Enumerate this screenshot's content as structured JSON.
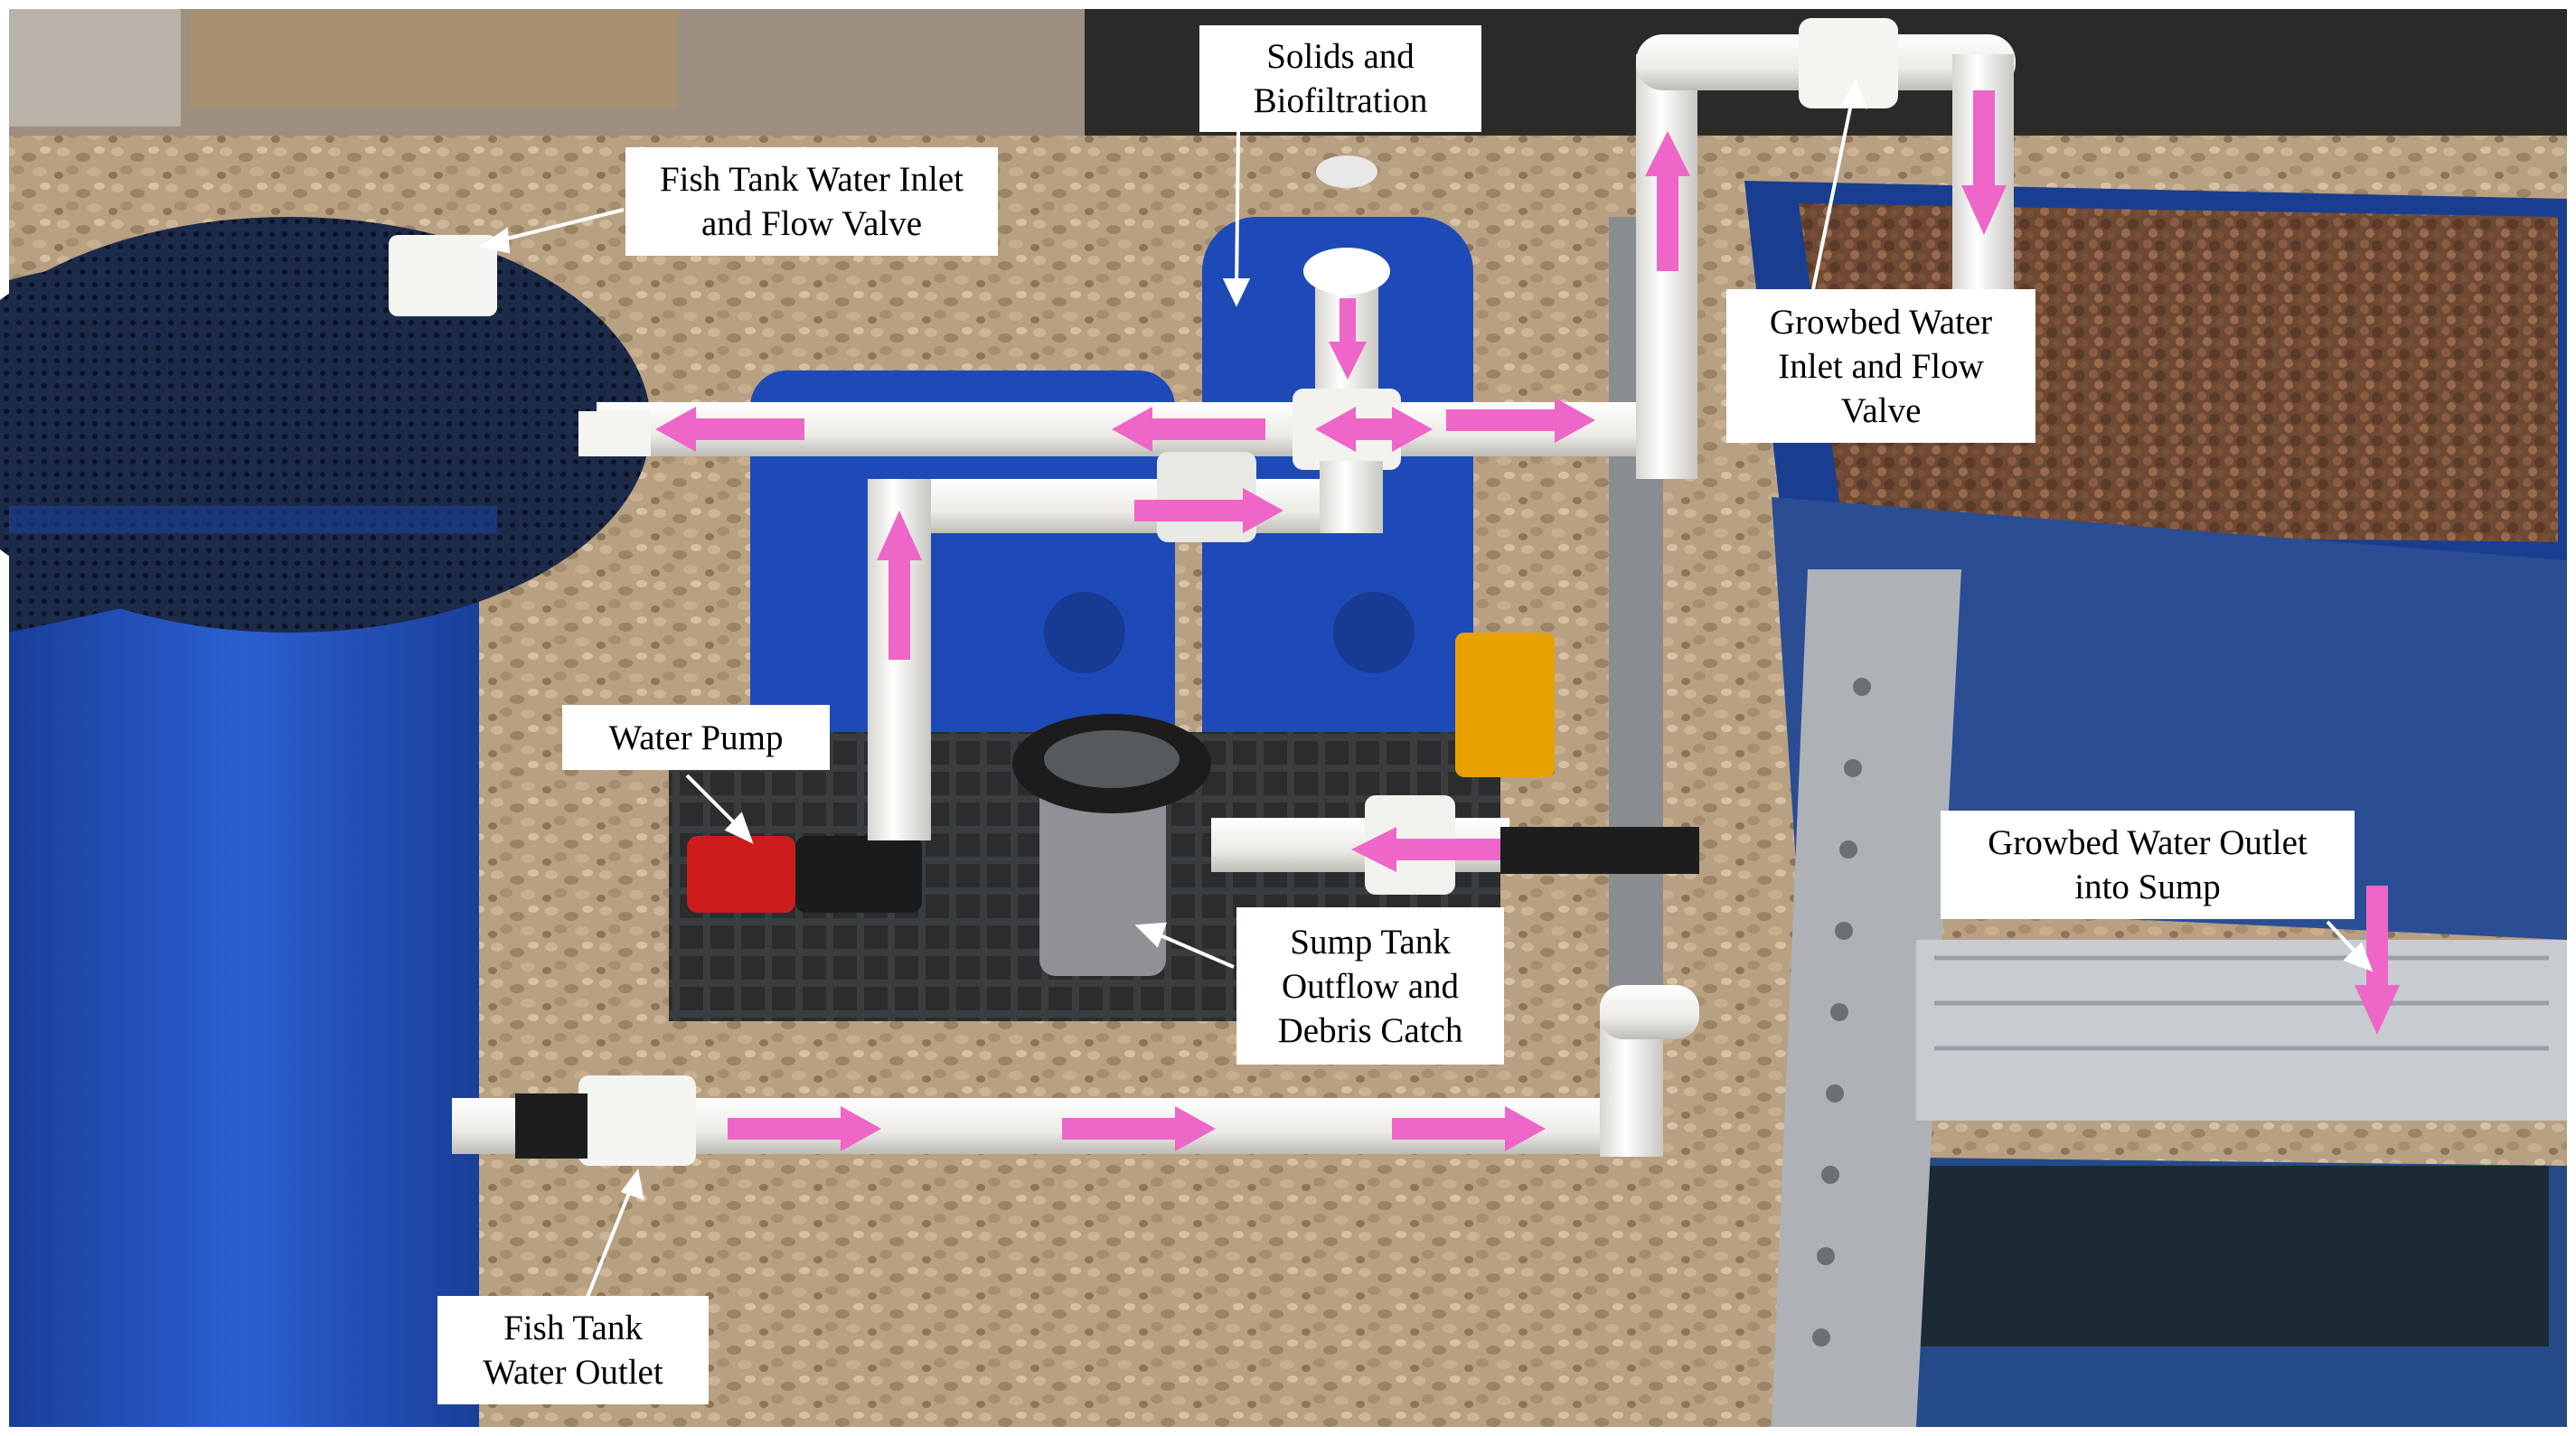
{
  "image": {
    "description_free": true
  },
  "labels": {
    "fish_tank_inlet": [
      "Fish Tank Water Inlet",
      "and Flow Valve"
    ],
    "solids_biofiltration": [
      "Solids and",
      "Biofiltration"
    ],
    "growbed_inlet": [
      "Growbed Water",
      "Inlet and Flow",
      "Valve"
    ],
    "water_pump": [
      "Water Pump"
    ],
    "growbed_outlet": [
      "Growbed Water Outlet",
      "into Sump"
    ],
    "sump_outflow": [
      "Sump Tank",
      "Outflow and",
      "Debris Catch"
    ],
    "fish_tank_outlet": [
      "Fish Tank",
      "Water Outlet"
    ]
  },
  "colors": {
    "flow_arrow": "#ee66c8",
    "tank_blue": "#1f4fb8",
    "pipe_white": "#f2f2ee",
    "gravel": "#b49a7c",
    "callout_bg": "#ffffff"
  }
}
